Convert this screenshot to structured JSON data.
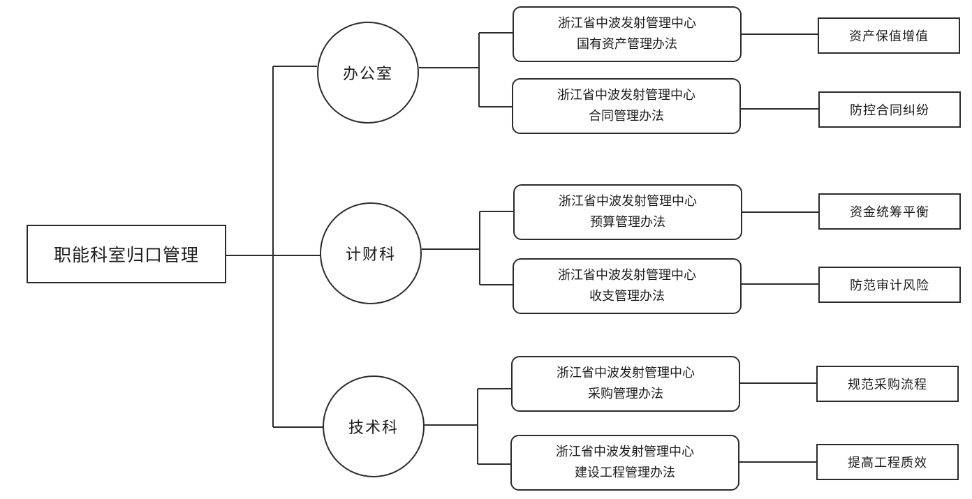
{
  "root": {
    "label": "职能科室归口管理"
  },
  "departments": [
    {
      "label": "办公室",
      "policies": [
        {
          "line1": "浙江省中波发射管理中心",
          "line2": "国有资产管理办法",
          "goal": "资产保值增值"
        },
        {
          "line1": "浙江省中波发射管理中心",
          "line2": "合同管理办法",
          "goal": "防控合同纠纷"
        }
      ]
    },
    {
      "label": "计财科",
      "policies": [
        {
          "line1": "浙江省中波发射管理中心",
          "line2": "预算管理办法",
          "goal": "资金统筹平衡"
        },
        {
          "line1": "浙江省中波发射管理中心",
          "line2": "收支管理办法",
          "goal": "防范审计风险"
        }
      ]
    },
    {
      "label": "技术科",
      "policies": [
        {
          "line1": "浙江省中波发射管理中心",
          "line2": "采购管理办法",
          "goal": "规范采购流程"
        },
        {
          "line1": "浙江省中波发射管理中心",
          "line2": "建设工程管理办法",
          "goal": "提高工程质效"
        }
      ]
    }
  ]
}
